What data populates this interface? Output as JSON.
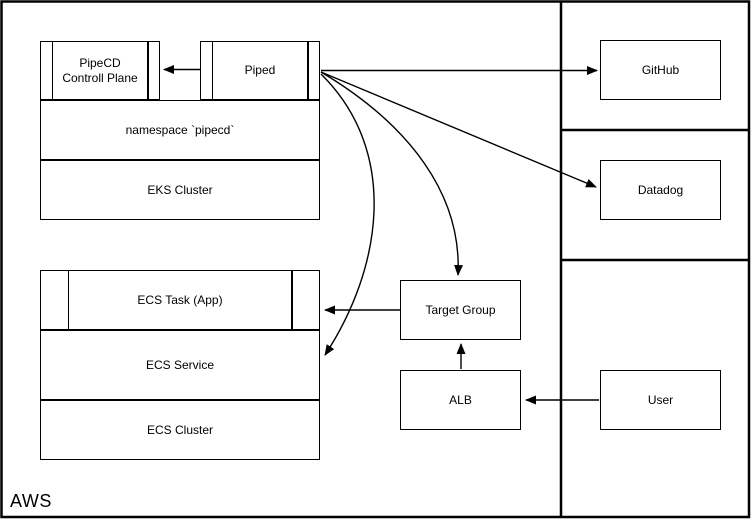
{
  "diagram": {
    "container_label": "AWS",
    "eks_stack": {
      "control_plane": "PipeCD Controll Plane",
      "piped": "Piped",
      "namespace": "namespace `pipecd`",
      "cluster": "EKS Cluster"
    },
    "ecs_stack": {
      "task": "ECS Task (App)",
      "service": "ECS Service",
      "cluster": "ECS Cluster"
    },
    "nodes": {
      "github": "GitHub",
      "datadog": "Datadog",
      "target_group": "Target Group",
      "alb": "ALB",
      "user": "User"
    },
    "edges": [
      {
        "from": "Piped",
        "to": "PipeCD Controll Plane"
      },
      {
        "from": "Piped",
        "to": "GitHub"
      },
      {
        "from": "Piped",
        "to": "Datadog"
      },
      {
        "from": "Piped",
        "to": "Target Group"
      },
      {
        "from": "Piped",
        "to": "ECS Service"
      },
      {
        "from": "Target Group",
        "to": "ECS Task (App)"
      },
      {
        "from": "ALB",
        "to": "Target Group"
      },
      {
        "from": "User",
        "to": "ALB"
      }
    ],
    "colors": {
      "stroke": "#000000",
      "fill": "#ffffff",
      "text": "#000000",
      "background": "#ffffff"
    }
  }
}
